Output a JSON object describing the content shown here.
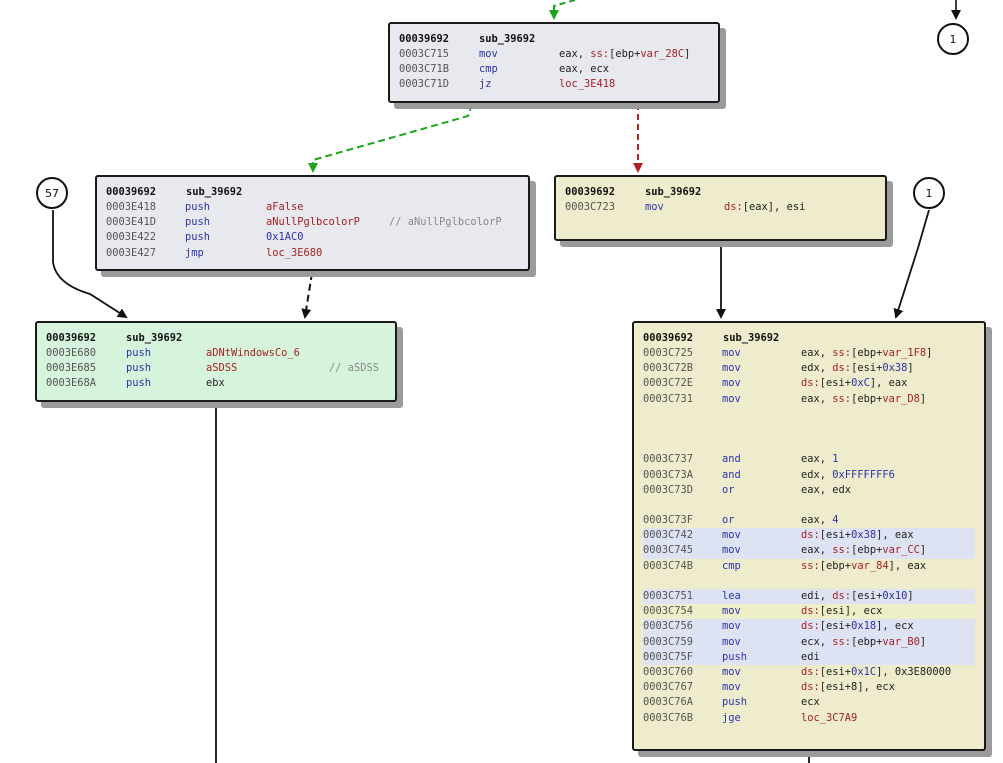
{
  "connectors": {
    "c1_top": "1",
    "c57": "57",
    "c1_right": "1"
  },
  "blocks": {
    "top": {
      "addr": "00039692",
      "name": "sub_39692",
      "lines": [
        {
          "addr": "0003C715",
          "mn": "mov",
          "op": "eax, ss:[ebp+var_28C]"
        },
        {
          "addr": "0003C71B",
          "mn": "cmp",
          "op": "eax, ecx"
        },
        {
          "addr": "0003C71D",
          "mn": "jz",
          "op": "loc_3E418"
        }
      ]
    },
    "left": {
      "addr": "00039692",
      "name": "sub_39692",
      "lines": [
        {
          "addr": "0003E418",
          "mn": "push",
          "op": "aFalse"
        },
        {
          "addr": "0003E41D",
          "mn": "push",
          "op": "aNullPglbcolorP",
          "cmt": "// aNullPglbcolorP"
        },
        {
          "addr": "0003E422",
          "mn": "push",
          "op": "0x1AC0"
        },
        {
          "addr": "0003E427",
          "mn": "jmp",
          "op": "loc_3E680"
        }
      ]
    },
    "mid": {
      "addr": "00039692",
      "name": "sub_39692",
      "lines": [
        {
          "addr": "0003C723",
          "mn": "mov",
          "op": "ds:[eax], esi"
        }
      ]
    },
    "green": {
      "addr": "00039692",
      "name": "sub_39692",
      "lines": [
        {
          "addr": "0003E680",
          "mn": "push",
          "op": "aDNtWindowsCo_6"
        },
        {
          "addr": "0003E685",
          "mn": "push",
          "op": "aSDSS",
          "cmt": "// aSDSS"
        },
        {
          "addr": "0003E68A",
          "mn": "push",
          "op": "ebx"
        }
      ]
    },
    "big": {
      "addr": "00039692",
      "name": "sub_39692",
      "lines": [
        {
          "addr": "0003C725",
          "mn": "mov",
          "op": "eax, ss:[ebp+var_1F8]"
        },
        {
          "addr": "0003C72B",
          "mn": "mov",
          "op": "edx, ds:[esi+0x38]"
        },
        {
          "addr": "0003C72E",
          "mn": "mov",
          "op": "ds:[esi+0xC], eax"
        },
        {
          "addr": "0003C731",
          "mn": "mov",
          "op": "eax, ss:[ebp+var_D8]"
        },
        {
          "addr": "0003C737",
          "mn": "and",
          "op": "eax, 1"
        },
        {
          "addr": "0003C73A",
          "mn": "and",
          "op": "edx, 0xFFFFFFF6"
        },
        {
          "addr": "0003C73D",
          "mn": "or",
          "op": "eax, edx"
        },
        {
          "addr": "0003C73F",
          "mn": "or",
          "op": "eax, 4"
        },
        {
          "addr": "0003C742",
          "mn": "mov",
          "op": "ds:[esi+0x38], eax"
        },
        {
          "addr": "0003C745",
          "mn": "mov",
          "op": "eax, ss:[ebp+var_CC]"
        },
        {
          "addr": "0003C74B",
          "mn": "cmp",
          "op": "ss:[ebp+var_84], eax"
        },
        {
          "addr": "0003C751",
          "mn": "lea",
          "op": "edi, ds:[esi+0x10]"
        },
        {
          "addr": "0003C754",
          "mn": "mov",
          "op": "ds:[esi], ecx"
        },
        {
          "addr": "0003C756",
          "mn": "mov",
          "op": "ds:[esi+0x18], ecx"
        },
        {
          "addr": "0003C759",
          "mn": "mov",
          "op": "ecx, ss:[ebp+var_B0]"
        },
        {
          "addr": "0003C75F",
          "mn": "push",
          "op": "edi"
        },
        {
          "addr": "0003C760",
          "mn": "mov",
          "op": "ds:[esi+0x1C], 0x3E80000"
        },
        {
          "addr": "0003C767",
          "mn": "mov",
          "op": "ds:[esi+8], ecx"
        },
        {
          "addr": "0003C76A",
          "mn": "push",
          "op": "ecx"
        },
        {
          "addr": "0003C76B",
          "mn": "jge",
          "op": "loc_3C7A9"
        }
      ]
    }
  },
  "colors": {
    "edge_green": "#1ea51e",
    "edge_red": "#b32020",
    "edge_black": "#111111"
  }
}
